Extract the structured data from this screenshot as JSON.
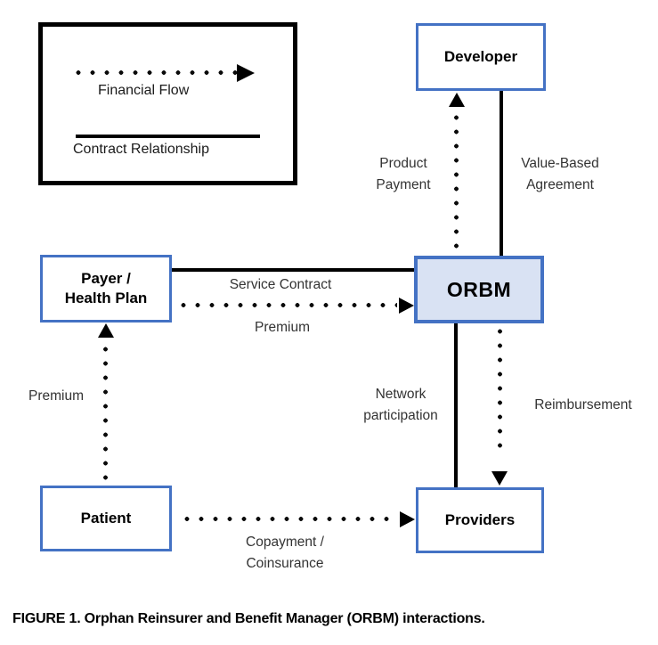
{
  "colors": {
    "node_border": "#4472C4",
    "orbm_fill": "#D9E2F3",
    "line": "#000000",
    "label_text": "#333333"
  },
  "legend": {
    "financial_flow": "Financial Flow",
    "contract_relationship": "Contract Relationship"
  },
  "nodes": {
    "developer": "Developer",
    "payer_line1": "Payer /",
    "payer_line2": "Health Plan",
    "orbm": "ORBM",
    "patient": "Patient",
    "providers": "Providers"
  },
  "edges": {
    "product_line1": "Product",
    "product_line2": "Payment",
    "value_line1": "Value-Based",
    "value_line2": "Agreement",
    "service_contract": "Service Contract",
    "premium_to_orbm": "Premium",
    "premium_to_payer": "Premium",
    "network_line1": "Network",
    "network_line2": "participation",
    "reimbursement": "Reimbursement",
    "copayment_line1": "Copayment /",
    "copayment_line2": "Coinsurance"
  },
  "caption": "FIGURE 1. Orphan Reinsurer and Benefit Manager (ORBM) interactions."
}
